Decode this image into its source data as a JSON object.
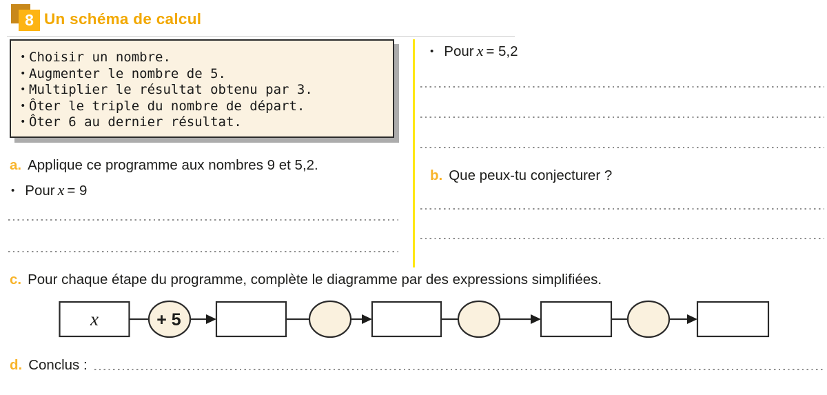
{
  "header": {
    "number": "8",
    "title": "Un schéma de calcul"
  },
  "program_box": {
    "bullet": "•",
    "lines": [
      "Choisir un nombre.",
      "Augmenter le nombre de 5.",
      "Multiplier le résultat obtenu par 3.",
      "Ôter le triple du nombre de départ.",
      "Ôter 6 au dernier résultat."
    ]
  },
  "questions": {
    "a": {
      "label": "a.",
      "text": "Applique ce programme aux nombres 9 et 5,2."
    },
    "b": {
      "label": "b.",
      "text": "Que peux-tu conjecturer ?"
    },
    "c": {
      "label": "c.",
      "text": "Pour chaque étape du programme, complète le diagramme par des expressions simplifiées."
    },
    "d": {
      "label": "d.",
      "text": "Conclus :"
    }
  },
  "cases": {
    "x9": {
      "bullet": "•",
      "prefix": "Pour",
      "variable": "x",
      "value": "= 9"
    },
    "x52": {
      "bullet": "•",
      "prefix": "Pour",
      "variable": "x",
      "value": "= 5,2"
    }
  },
  "diagram": {
    "start_label": "x",
    "first_operation": "+ 5"
  },
  "colors": {
    "accent_gold": "#f2a800",
    "label_gold": "#f8b42a",
    "badge_front": "#fdb414",
    "badge_back": "#c8881b",
    "divider_yellow": "#ffe712",
    "box_cream": "#fbf2e1",
    "ink": "#1d1d1b"
  }
}
